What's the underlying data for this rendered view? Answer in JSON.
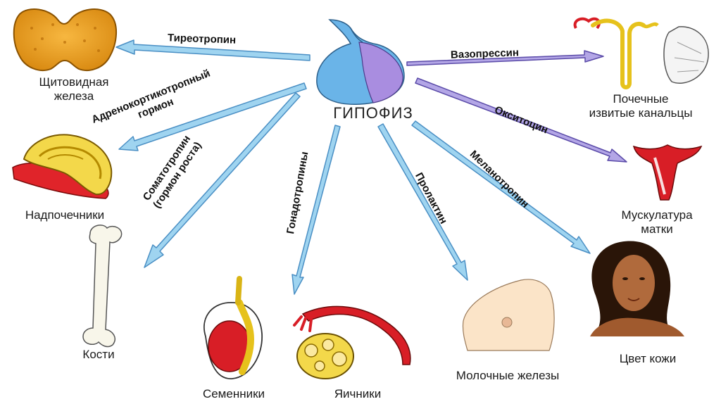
{
  "center": {
    "label": "ГИПОФИЗ"
  },
  "colors": {
    "arrow_blue": "#9fd4f0",
    "arrow_blue_stroke": "#4a8fc4",
    "arrow_purple": "#b3a6e6",
    "arrow_purple_stroke": "#5a4aa8",
    "gland_blue": "#6ab4e8",
    "gland_purple": "#a98de0"
  },
  "hormones": [
    {
      "id": "thyrotropin",
      "label": "Тиреотропин"
    },
    {
      "id": "acth",
      "lines": [
        "Адренокортикотропный",
        "гормон"
      ]
    },
    {
      "id": "somatotropin",
      "lines": [
        "Соматотропин",
        "(гормон роста)"
      ]
    },
    {
      "id": "gonadotropins",
      "label": "Гонадотропины"
    },
    {
      "id": "prolactin",
      "label": "Пролактин"
    },
    {
      "id": "melanotropin",
      "label": "Меланотропин"
    },
    {
      "id": "oxytocin",
      "label": "Окситоцин"
    },
    {
      "id": "vasopressin",
      "label": "Вазопрессин"
    }
  ],
  "targets": [
    {
      "id": "thyroid",
      "lines": [
        "Щитовидная",
        "железа"
      ]
    },
    {
      "id": "adrenals",
      "label": "Надпочечники"
    },
    {
      "id": "bones",
      "label": "Кости"
    },
    {
      "id": "testes",
      "label": "Семенники"
    },
    {
      "id": "ovaries",
      "label": "Яичники"
    },
    {
      "id": "mammary",
      "label": "Молочные железы"
    },
    {
      "id": "skin",
      "label": "Цвет кожи"
    },
    {
      "id": "uterus",
      "lines": [
        "Мускулатура",
        "матки"
      ]
    },
    {
      "id": "kidney",
      "lines": [
        "Почечные",
        "извитые канальцы"
      ]
    }
  ]
}
